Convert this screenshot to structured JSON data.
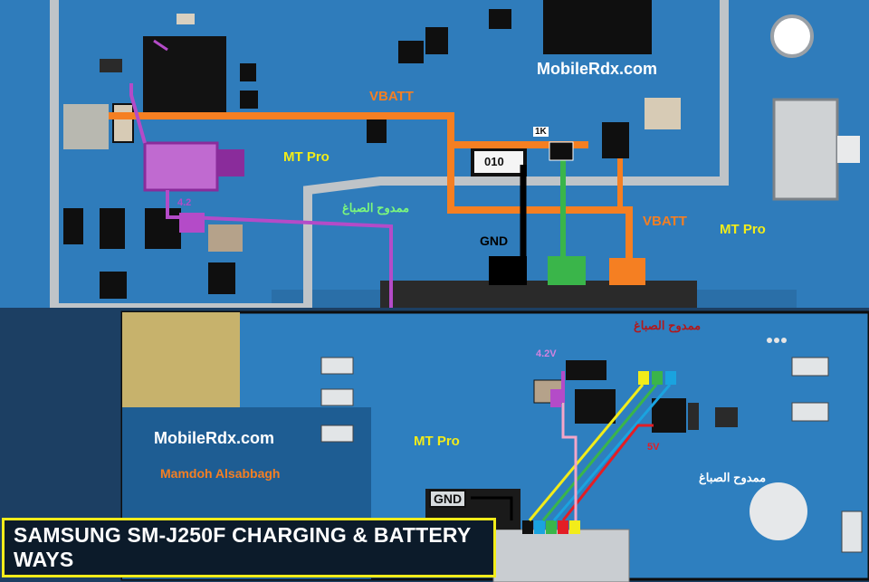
{
  "watermarks": {
    "site_top": "MobileRdx.com",
    "site_bottom": "MobileRdx.com",
    "author_latin": "Mamdoh Alsabbagh",
    "author_arabic_1": "ممدوح الصباغ",
    "author_arabic_2": "ممدوح الصباغ",
    "author_arabic_3": "ممدوح الصباغ"
  },
  "labels": {
    "vbatt_top": "VBATT",
    "vbatt_right": "VBATT",
    "gnd_top": "GND",
    "gnd_bottom": "GND",
    "mtpro_1": "MT Pro",
    "mtpro_2": "MT Pro",
    "mtpro_3": "MT Pro",
    "resistor": "1K",
    "volt_top": "4.2",
    "volt_mid": "4.2V",
    "volt_5v": "5V",
    "chip_marking": "010"
  },
  "title": "SAMSUNG SM-J250F CHARGING & BATTERY WAYS",
  "colors": {
    "vbatt": "#f57f22",
    "gnd": "#000000",
    "data_green": "#3ab54a",
    "charge_purple": "#b44bc8",
    "title_border": "#f2ec1a",
    "board_blue": "#2d79b6"
  }
}
